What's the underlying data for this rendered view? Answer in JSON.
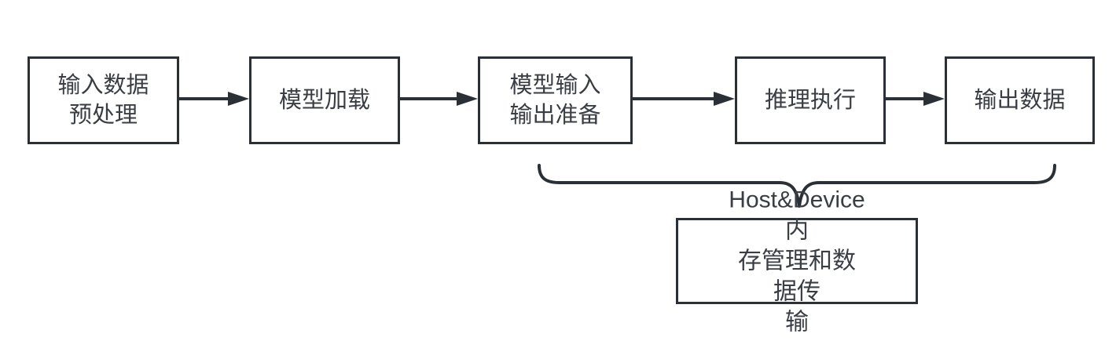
{
  "diagram": {
    "type": "flowchart",
    "direction": "left-to-right",
    "background_color": "#ffffff",
    "stroke_color": "#2b3036",
    "text_color": "#3a3e44",
    "nodes": [
      {
        "id": "input-preprocess",
        "label": "输入数据\n预处理"
      },
      {
        "id": "model-load",
        "label": "模型加载"
      },
      {
        "id": "model-io-prepare",
        "label": "模型输入\n输出准备"
      },
      {
        "id": "inference-execute",
        "label": "推理执行"
      },
      {
        "id": "output-data",
        "label": "输出数据"
      }
    ],
    "edges": [
      {
        "from": "input-preprocess",
        "to": "model-load"
      },
      {
        "from": "model-load",
        "to": "model-io-prepare"
      },
      {
        "from": "model-io-prepare",
        "to": "inference-execute"
      },
      {
        "from": "inference-execute",
        "to": "output-data"
      }
    ],
    "brace_annotation": {
      "label": "Host&Device内\n存管理和数据传\n输",
      "full_text": "Host&Device内存管理和数据传输",
      "spans_nodes": [
        "model-io-prepare",
        "inference-execute",
        "output-data"
      ]
    }
  }
}
